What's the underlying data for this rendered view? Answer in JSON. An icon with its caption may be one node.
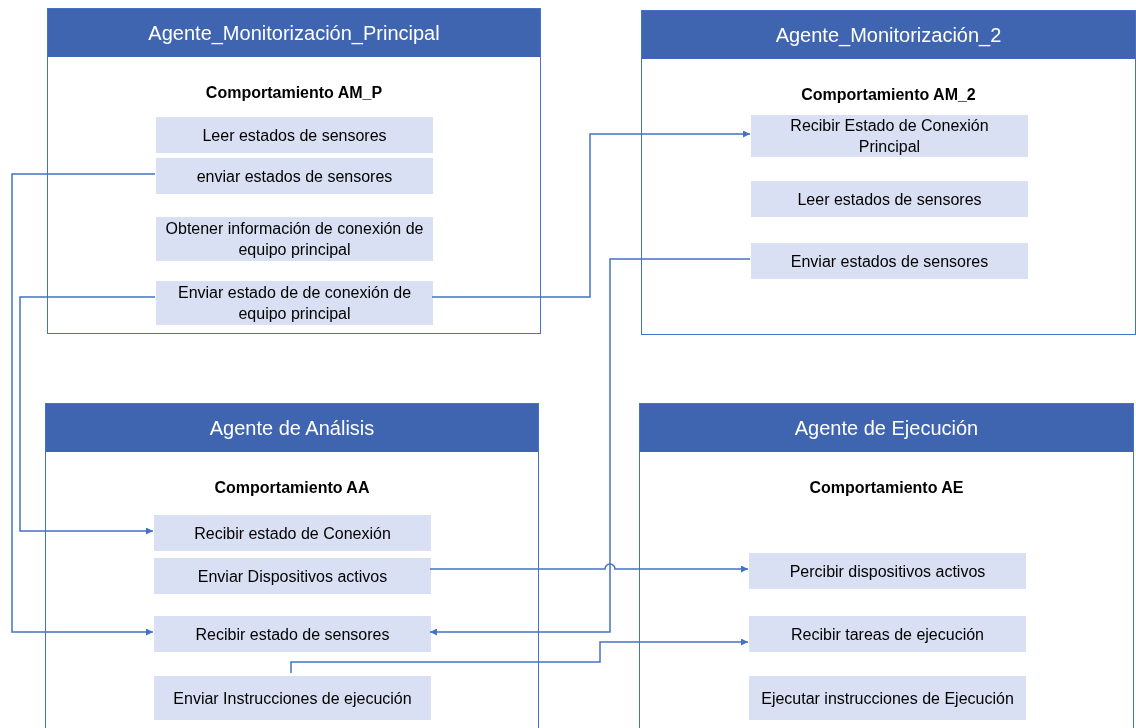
{
  "diagram": {
    "nodes": [
      {
        "text": [
          "Agente_Monitorización_Principal",
          "Comportamiento AM_P"
        ]
      },
      {
        "text": [
          "Leer estados de sensores"
        ],
        "in": 0
      },
      {
        "text": [
          "enviar estados de sensores"
        ],
        "in": 0
      },
      {
        "text": [
          "Obtener información de conexión de equipo principal"
        ],
        "in": 0
      },
      {
        "text": [
          "Enviar estado de de conexión de equipo principal"
        ],
        "in": 0
      },
      {
        "text": [
          "Agente_Monitorización_2",
          "Comportamiento AM_2"
        ]
      },
      {
        "text": [
          "Recibir Estado de Conexión Principal"
        ],
        "in": 5
      },
      {
        "text": [
          "Leer estados de sensores"
        ],
        "in": 5
      },
      {
        "text": [
          "Enviar estados de sensores"
        ],
        "in": 5
      },
      {
        "text": [
          "Agente de Análisis",
          "Comportamiento AA"
        ]
      },
      {
        "text": [
          "Recibir estado de Conexión"
        ],
        "in": 9
      },
      {
        "text": [
          "Enviar Dispositivos activos"
        ],
        "in": 9
      },
      {
        "text": [
          "Recibir estado de sensores"
        ],
        "in": 9
      },
      {
        "text": [
          "Enviar Instrucciones de ejecución"
        ],
        "in": 9
      },
      {
        "text": [
          "Agente de Ejecución",
          "Comportamiento AE"
        ]
      },
      {
        "text": [
          "Percibir dispositivos activos"
        ],
        "in": 14
      },
      {
        "text": [
          "Recibir tareas de ejecución"
        ],
        "in": 14
      },
      {
        "text": [
          "Ejecutar instrucciones de Ejecución"
        ],
        "in": 14
      }
    ],
    "edges": [
      {
        "from": 2,
        "to": 12,
        "arrow": "to"
      },
      {
        "from": 4,
        "to": 10,
        "arrow": "to"
      },
      {
        "from": 4,
        "to": 6,
        "arrow": "to"
      },
      {
        "from": 8,
        "to": 12,
        "arrow": "to"
      },
      {
        "from": 11,
        "to": 15,
        "arrow": "to"
      },
      {
        "from": 13,
        "to": 16,
        "arrow": "to"
      }
    ]
  }
}
